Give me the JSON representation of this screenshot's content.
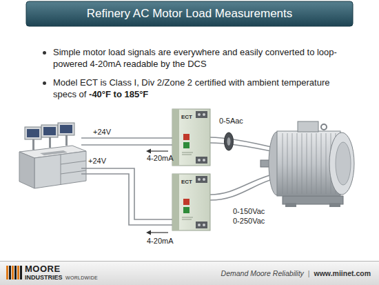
{
  "diagram": {
    "title": "Refinery AC Motor Load Measurements",
    "nodes": [
      {
        "text": [
          "ECT"
        ]
      },
      {
        "text": [
          "ECT"
        ]
      }
    ],
    "labels": [
      "Simple motor load signals are everywhere and easily converted to loop-powered 4-20mA readable by the DCS",
      "Model ECT is Class I, Div 2/Zone 2 certified with ambient temperature specs of",
      "-40°F to 185°F",
      "+24V",
      "4-20mA",
      "0-5Aac",
      "+24V",
      "0-150Vac",
      "0-250Vac",
      "4-20mA",
      "MOORE",
      "INDUSTRIES",
      "WORLDWIDE",
      "Demand Moore Reliability",
      "|",
      "www.miinet.com"
    ]
  }
}
